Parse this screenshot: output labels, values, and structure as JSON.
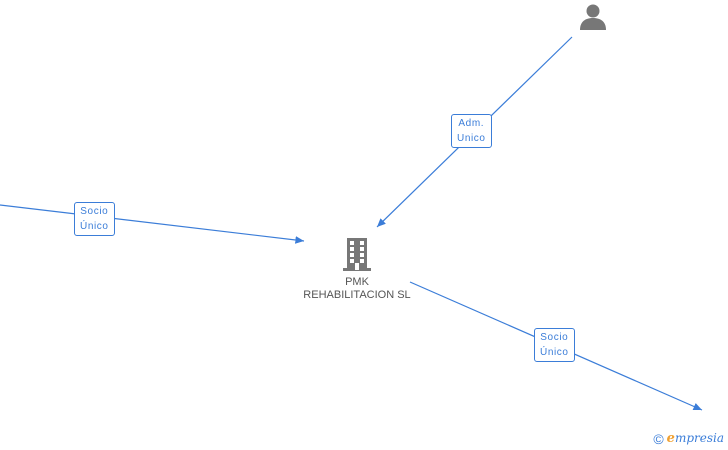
{
  "company": {
    "name_line1": "PMK",
    "name_line2": "REHABILITACION SL"
  },
  "relations": {
    "adm": {
      "line1": "Adm.",
      "line2": "Unico"
    },
    "socio_in": {
      "line1": "Socio",
      "line2": "Único"
    },
    "socio_out": {
      "line1": "Socio",
      "line2": "Único"
    }
  },
  "icons": {
    "company": "building-icon",
    "person": "person-icon"
  },
  "footer": {
    "copyright": "©",
    "brand_first": "e",
    "brand_rest": "mpresia"
  },
  "colors": {
    "edge": "#3b7dd8",
    "icon": "#777777"
  }
}
